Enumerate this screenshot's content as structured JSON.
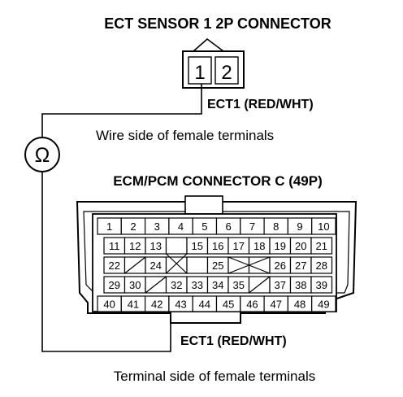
{
  "sensor_title": "ECT SENSOR 1 2P CONNECTOR",
  "sensor_pins": [
    "1",
    "2"
  ],
  "sensor_wire_label": "ECT1 (RED/WHT)",
  "sensor_caption": "Wire side of female terminals",
  "ohmmeter_symbol": "Ω",
  "ecm_title": "ECM/PCM CONNECTOR C (49P)",
  "ecm_wire_label": "ECT1 (RED/WHT)",
  "ecm_caption": "Terminal side of female terminals",
  "ecm_rows": [
    [
      "1",
      "2",
      "3",
      "4",
      "5",
      "6",
      "7",
      "8",
      "9",
      "10"
    ],
    [
      "11",
      "12",
      "13",
      "",
      "15",
      "16",
      "17",
      "18",
      "19",
      "20",
      "21"
    ],
    [
      "22",
      "",
      "24",
      "",
      "",
      "25",
      "",
      "",
      "26",
      "27",
      "28"
    ],
    [
      "29",
      "30",
      "",
      "32",
      "33",
      "34",
      "35",
      "",
      "37",
      "38",
      "39"
    ],
    [
      "40",
      "41",
      "42",
      "43",
      "44",
      "45",
      "46",
      "47",
      "48",
      "49"
    ]
  ],
  "probe_pin": "43",
  "colors": {
    "line": "#000000",
    "background": "#ffffff"
  }
}
